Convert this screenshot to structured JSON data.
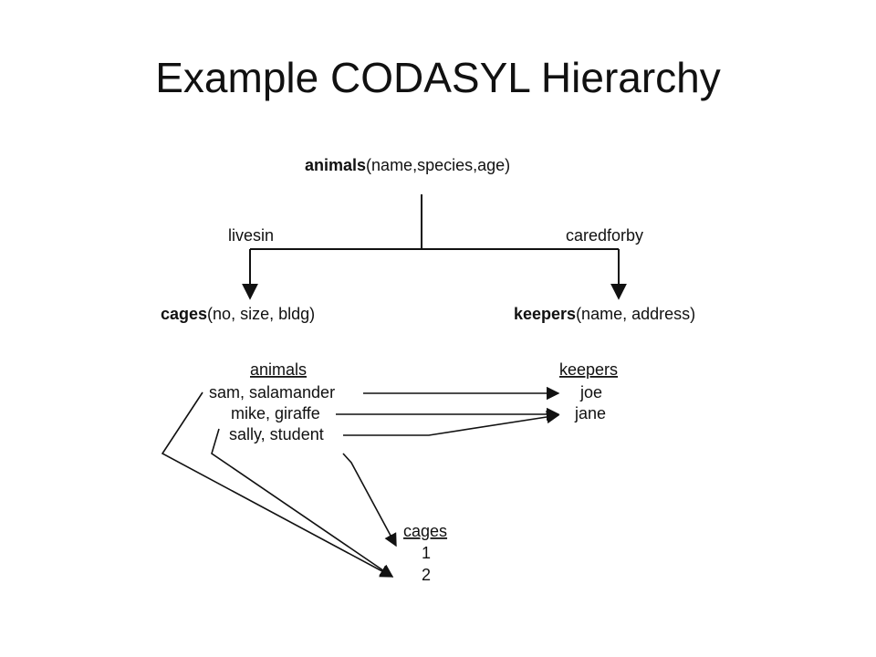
{
  "title": "Example CODASYL Hierarchy",
  "schema": {
    "root": {
      "name": "animals",
      "fields": "(name,species,age)"
    },
    "left_relation": "livesin",
    "right_relation": "caredforby",
    "left_child": {
      "name": "cages",
      "fields": "(no, size, bldg)"
    },
    "right_child": {
      "name": "keepers",
      "fields": "(name, address)"
    }
  },
  "instances": {
    "animals_header": "animals",
    "animals": [
      "sam, salamander",
      "mike, giraffe",
      "sally, student"
    ],
    "keepers_header": "keepers",
    "keepers": [
      "joe",
      "jane"
    ],
    "cages_header": "cages",
    "cages": [
      "1",
      "2"
    ]
  }
}
